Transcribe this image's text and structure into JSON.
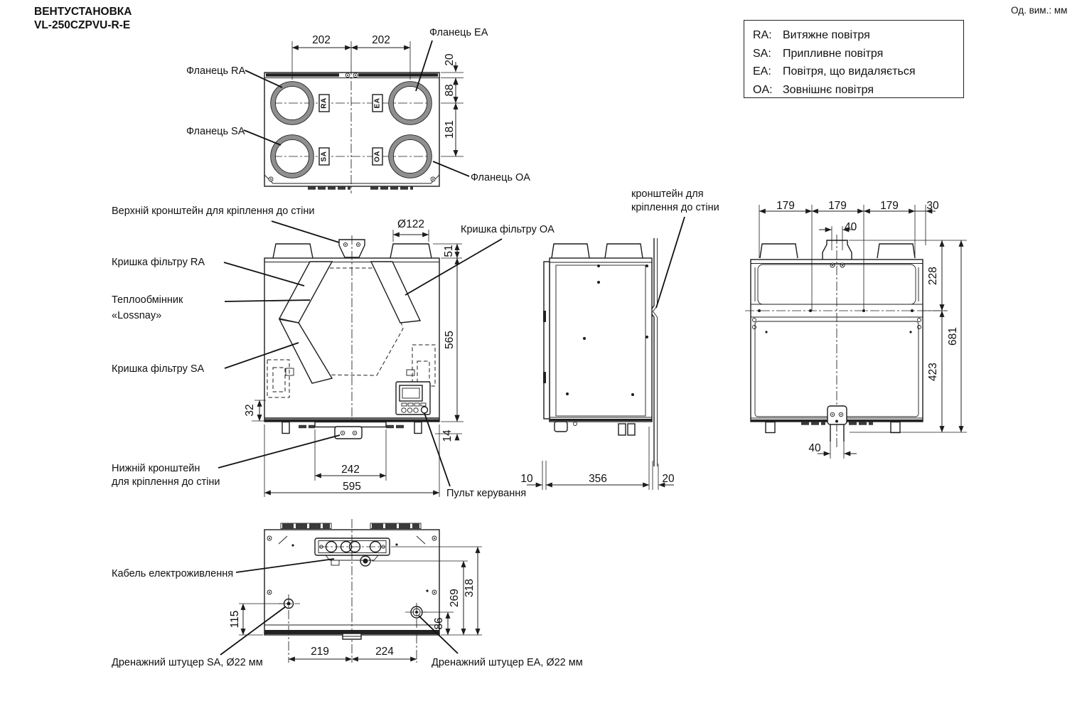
{
  "header": {
    "title_line1": "ВЕНТУСТАНОВКА",
    "title_line2": "VL-250CZPVU-R-E",
    "units_note": "Од. вим.: мм"
  },
  "legend": {
    "items": [
      {
        "code": "RA:",
        "desc": "Витяжне повітря"
      },
      {
        "code": "SA:",
        "desc": "Припливне повітря"
      },
      {
        "code": "EA:",
        "desc": "Повітря, що видаляється"
      },
      {
        "code": "OA:",
        "desc": "Зовнішнє повітря"
      }
    ]
  },
  "top_view": {
    "flange_ra": "Фланець RA",
    "flange_sa": "Фланець SA",
    "flange_ea": "Фланець EA",
    "flange_oa": "Фланець OA",
    "tag_ra": "RA",
    "tag_sa": "SA",
    "tag_ea": "EA",
    "tag_oa": "OA",
    "dim_202_left": "202",
    "dim_202_right": "202",
    "dim_20": "20",
    "dim_88": "88",
    "dim_181": "181"
  },
  "front_view": {
    "label_top_bracket": "Верхній кронштейн для кріплення до стіни",
    "label_filter_ra": "Кришка фільтру RA",
    "label_heat_exchanger_1": "Теплообмінник",
    "label_heat_exchanger_2": "«Lossnay»",
    "label_filter_sa": "Кришка фільтру SA",
    "label_filter_oa": "Кришка фільтру OA",
    "label_bottom_bracket_1": "Нижній кронштейн",
    "label_bottom_bracket_2": "для кріплення до стіни",
    "label_control_panel": "Пульт керування",
    "dim_duct": "Ø122",
    "dim_51": "51",
    "dim_565": "565",
    "dim_32": "32",
    "dim_14": "14",
    "dim_242": "242",
    "dim_595": "595"
  },
  "side_view": {
    "label_bracket_1": "кронштейн для",
    "label_bracket_2": "кріплення до стіни",
    "dim_10": "10",
    "dim_356": "356",
    "dim_20": "20"
  },
  "back_view": {
    "dim_179_1": "179",
    "dim_179_2": "179",
    "dim_179_3": "179",
    "dim_30": "30",
    "dim_40_top": "40",
    "dim_228": "228",
    "dim_681": "681",
    "dim_423": "423",
    "dim_40_bottom": "40"
  },
  "bottom_view": {
    "label_power_cable": "Кабель електроживлення",
    "label_drain_sa": "Дренажний штуцер SA, Ø22 мм",
    "label_drain_ea": "Дренажний штуцер EA, Ø22 мм",
    "dim_115": "115",
    "dim_219": "219",
    "dim_224": "224",
    "dim_86": "86",
    "dim_269": "269",
    "dim_318": "318"
  }
}
